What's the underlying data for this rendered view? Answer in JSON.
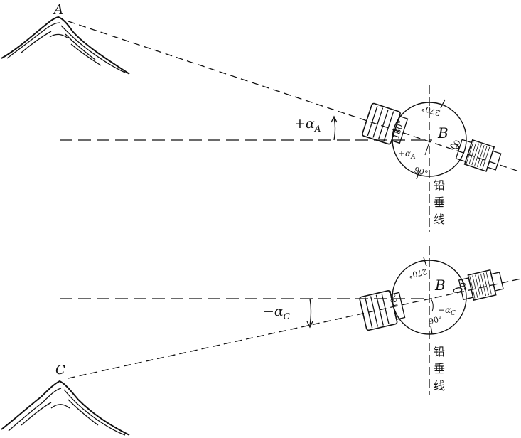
{
  "figure": {
    "top": {
      "point_label": "A",
      "angle_label": "+α",
      "angle_sub": "A",
      "instrument_label": "B",
      "scale_270": "270°",
      "scale_180": "180°",
      "scale_90": "90°",
      "scale_0": "0°",
      "inner_angle": "+α",
      "inner_sub": "A",
      "vertical_chars": [
        "铅",
        "垂",
        "线"
      ]
    },
    "bottom": {
      "point_label": "C",
      "angle_label": "−α",
      "angle_sub": "C",
      "instrument_label": "B",
      "scale_270": "270°",
      "scale_180": "180°",
      "scale_90": "90°",
      "scale_0": "0°",
      "inner_angle": "−α",
      "inner_sub": "C",
      "vertical_chars": [
        "铅",
        "垂",
        "线"
      ]
    },
    "line_color": "#111111"
  }
}
